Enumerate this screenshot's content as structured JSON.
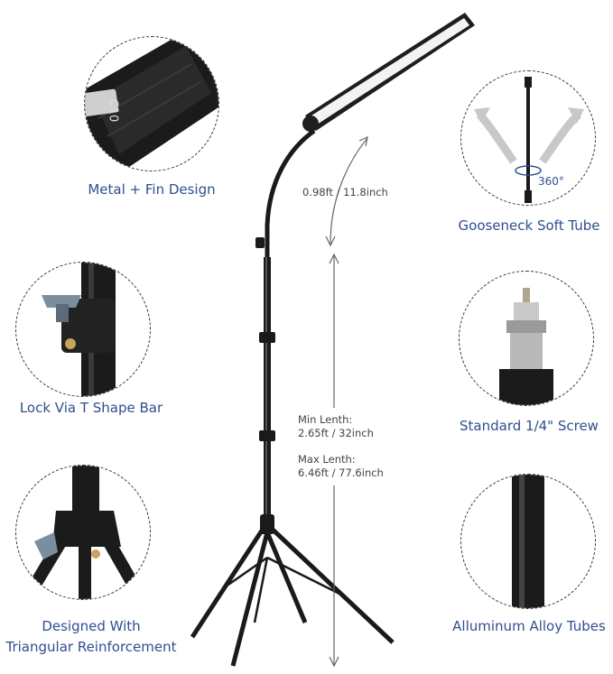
{
  "features": {
    "metal_fin": {
      "caption": "Metal + Fin Design",
      "logo_text": "C10"
    },
    "gooseneck": {
      "caption": "Gooseneck Soft Tube",
      "rotation_label": "360°"
    },
    "lock": {
      "caption": "Lock Via T Shape Bar"
    },
    "screw": {
      "caption": "Standard 1/4\" Screw"
    },
    "triangular": {
      "caption_line1": "Designed With",
      "caption_line2": "Triangular Reinforcement"
    },
    "tubes": {
      "caption": "Alluminum Alloy Tubes"
    }
  },
  "dimensions": {
    "gooseneck_length": "0.98ft / 11.8inch",
    "min_label": "Min Lenth:",
    "min_value": "2.65ft / 32inch",
    "max_label": "Max Lenth:",
    "max_value": "6.46ft / 77.6inch"
  },
  "colors": {
    "caption": "#2f4f8f",
    "metal": "#1a1a1a",
    "lock_tab": "#7b8ea0"
  }
}
